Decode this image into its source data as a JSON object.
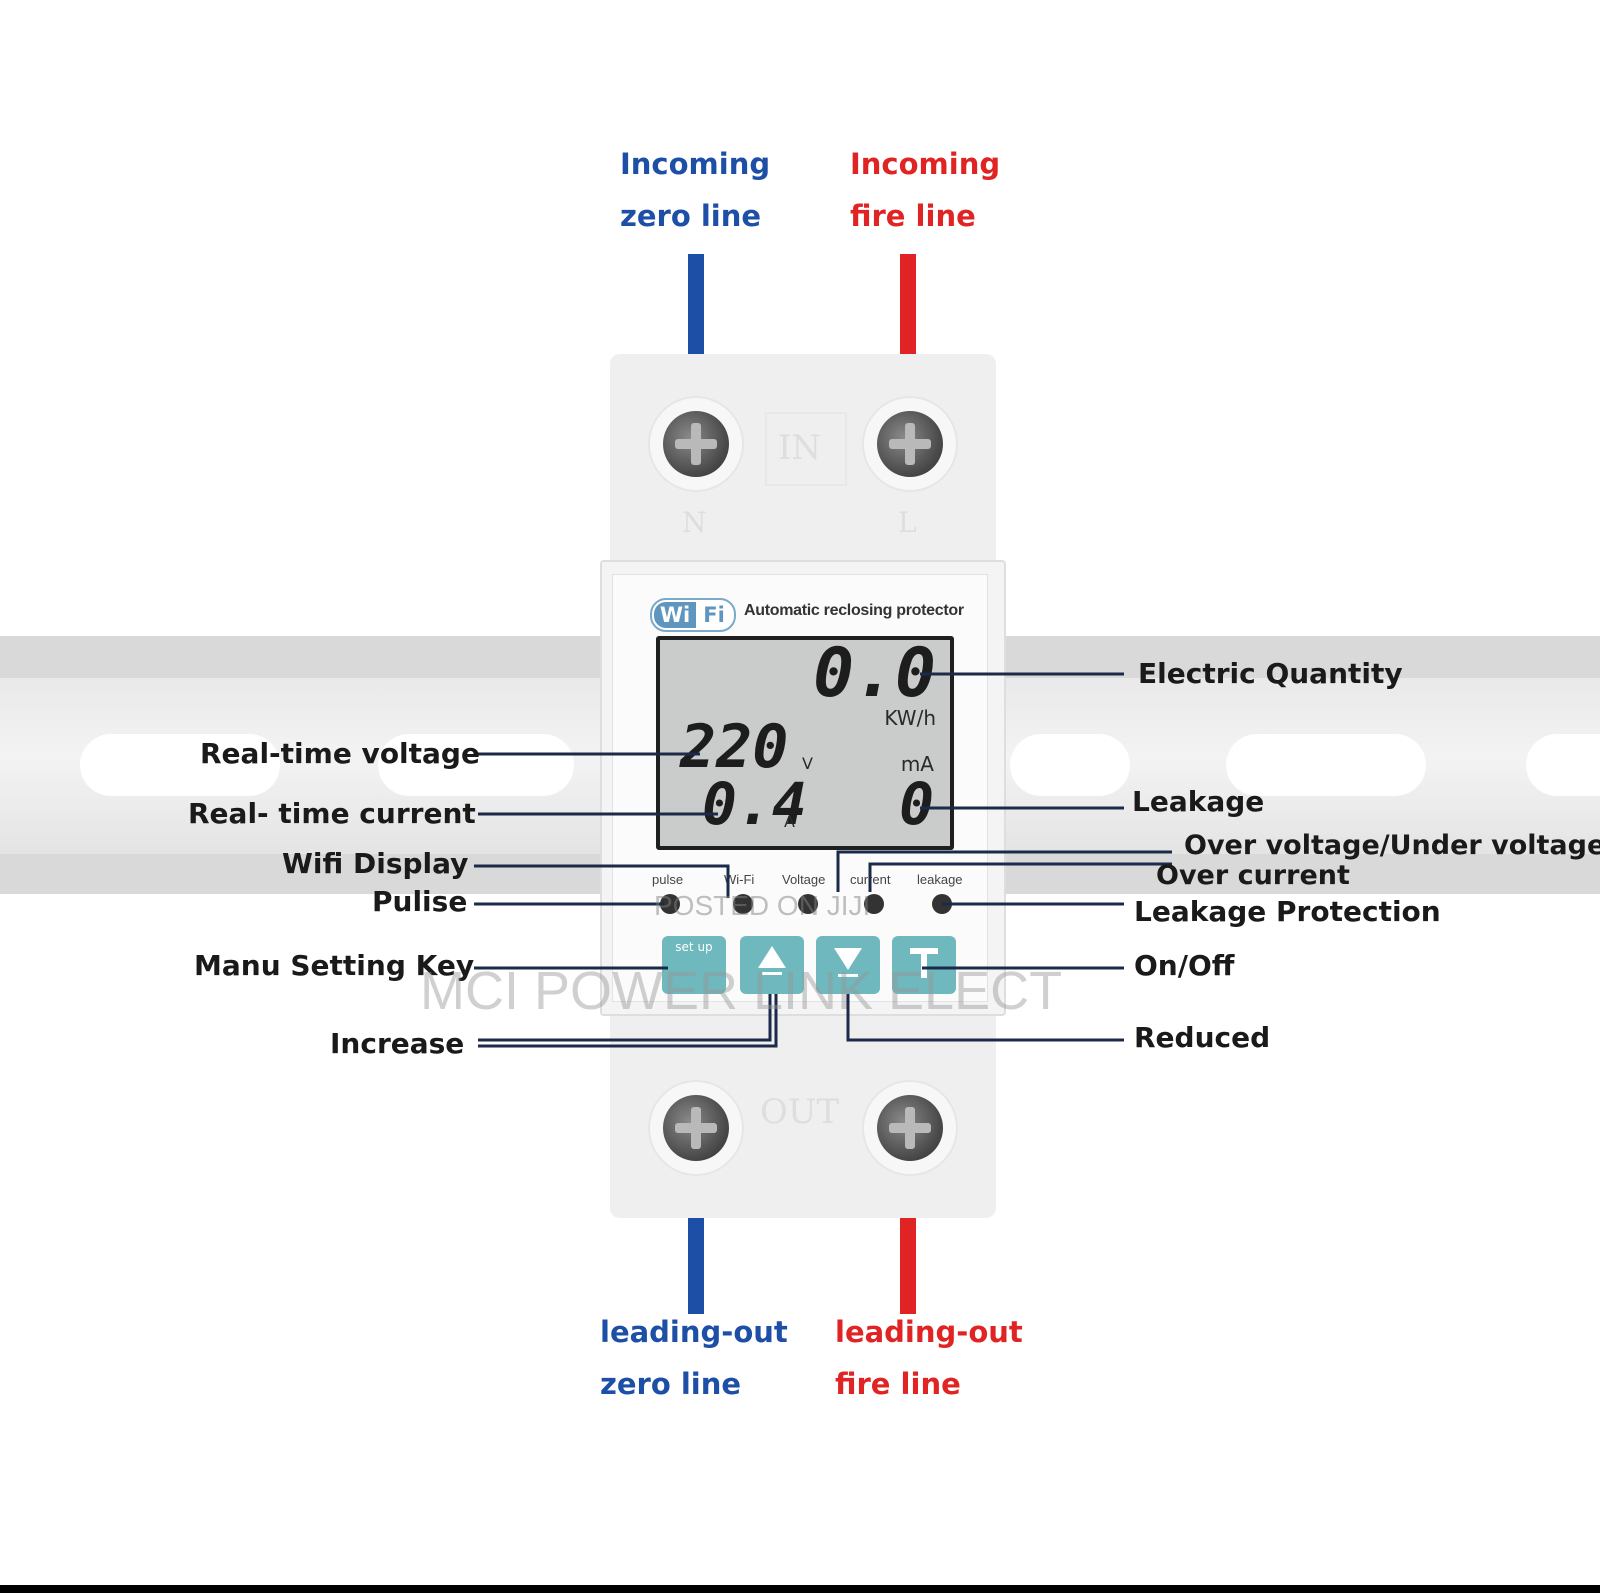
{
  "wires": {
    "incoming_zero": [
      "Incoming",
      "zero line"
    ],
    "incoming_fire": [
      "Incoming",
      "fire line"
    ],
    "outgoing_zero": [
      "leading-out",
      "zero line"
    ],
    "outgoing_fire": [
      "leading-out",
      "fire line"
    ]
  },
  "colors": {
    "neutral": "#1d4fa6",
    "fire": "#e02424",
    "leader": "#1b2a4a",
    "key": "#6fb9be"
  },
  "device": {
    "in_marking": "IN",
    "out_marking": "OUT",
    "n_marking": "N",
    "l_marking": "L",
    "wifi_wi": "Wi",
    "wifi_fi": "Fi",
    "brand": "Automatic reclosing protector",
    "lcd": {
      "energy": "0.0",
      "energy_unit": "KW/h",
      "voltage": "220",
      "voltage_unit": "V",
      "current": "0.4",
      "current_unit": "A",
      "leakage": "0",
      "leakage_unit": "mA"
    },
    "leds": [
      "pulse",
      "Wi-Fi",
      "Voltage",
      "current",
      "leakage"
    ],
    "keys": {
      "set_label": "set up"
    }
  },
  "callouts": {
    "left": {
      "voltage": "Real-time voltage",
      "current": "Real- time current",
      "wifi": "Wifi Display",
      "pulse": "Pulise",
      "menu": "Manu Setting Key",
      "increase": "Increase"
    },
    "right": {
      "energy": "Electric Quantity",
      "leakage": "Leakage",
      "over_voltage": "Over voltage/Under voltage",
      "over_current": "Over current",
      "leakage_protection": "Leakage Protection",
      "onoff": "On/Off",
      "reduced": "Reduced"
    }
  },
  "watermarks": {
    "posted": "POSTED ON JIJI",
    "company": "MCI POWER LINK ELECT"
  }
}
